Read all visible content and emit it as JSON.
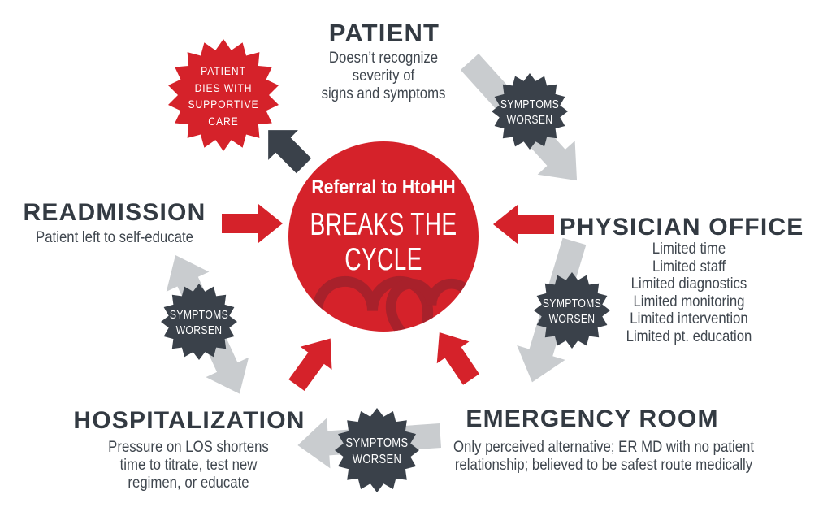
{
  "center": {
    "eyebrow": "Referral to HtoHH",
    "line1": "BREAKS THE",
    "line2": "CYCLE"
  },
  "death_badge": {
    "lines": [
      "PATIENT",
      "DIES WITH",
      "SUPPORTIVE",
      "CARE"
    ]
  },
  "worsen_badge": {
    "line1": "SYMPTOMS",
    "line2": "WORSEN"
  },
  "stages": {
    "patient": {
      "title": "PATIENT",
      "lines": [
        "Doesn’t recognize",
        "severity of",
        "signs and symptoms"
      ]
    },
    "physician": {
      "title": "PHYSICIAN OFFICE",
      "lines": [
        "Limited time",
        "Limited staff",
        "Limited diagnostics",
        "Limited monitoring",
        "Limited intervention",
        "Limited pt. education"
      ]
    },
    "er": {
      "title": "EMERGENCY ROOM",
      "lines": [
        "Only perceived alternative; ER MD with no patient",
        "relationship; believed to be safest route medically"
      ]
    },
    "hospitalization": {
      "title": "HOSPITALIZATION",
      "lines": [
        "Pressure on LOS shortens",
        "time to titrate, test new",
        "regimen, or educate"
      ]
    },
    "readmission": {
      "title": "READMISSION",
      "lines": [
        "Patient left to self-educate"
      ]
    }
  },
  "colors": {
    "red": "#d5222a",
    "charcoal": "#3a414a",
    "gray_arrow": "#c9cccf",
    "heart_outline": "#a8212b",
    "heading_text": "#333a42",
    "body_text": "#3f464e",
    "white": "#ffffff"
  }
}
